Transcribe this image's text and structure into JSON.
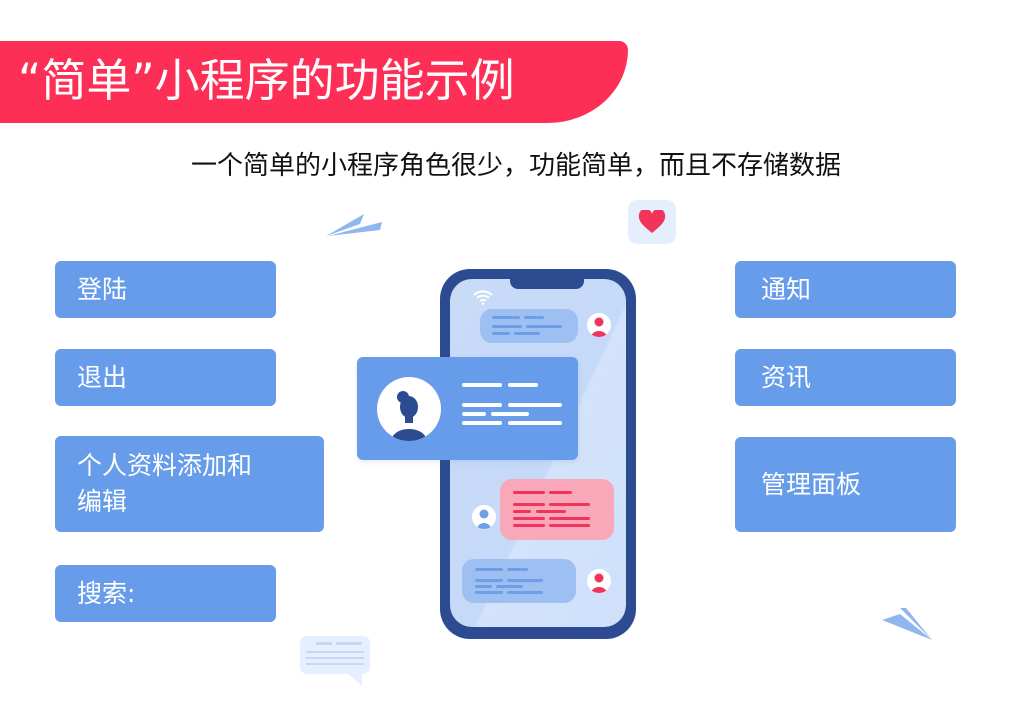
{
  "header": {
    "title": "“简单”小程序的功能示例",
    "subtitle": "一个简单的小程序角色很少，功能简单，而且不存储数据"
  },
  "features_left": [
    {
      "label": "登陆"
    },
    {
      "label": "退出"
    },
    {
      "label_line1": "个人资料添加和",
      "label_line2": "编辑"
    },
    {
      "label": "搜索:"
    }
  ],
  "features_right": [
    {
      "label": "通知"
    },
    {
      "label": "资讯"
    },
    {
      "label": "管理面板"
    }
  ],
  "icons": {
    "heart": "heart-icon",
    "wifi": "wifi-icon",
    "paper_plane": "paper-plane-icon",
    "chat_bubble": "chat-bubble-icon",
    "avatar": "user-avatar-icon"
  },
  "colors": {
    "banner": "#fe2f57",
    "feature_box": "#679ceb",
    "phone_frame": "#2c4b91",
    "phone_screen": "#c8dbf7",
    "accent_red": "#f2345a",
    "pink_bubble": "#f8a8b8"
  }
}
